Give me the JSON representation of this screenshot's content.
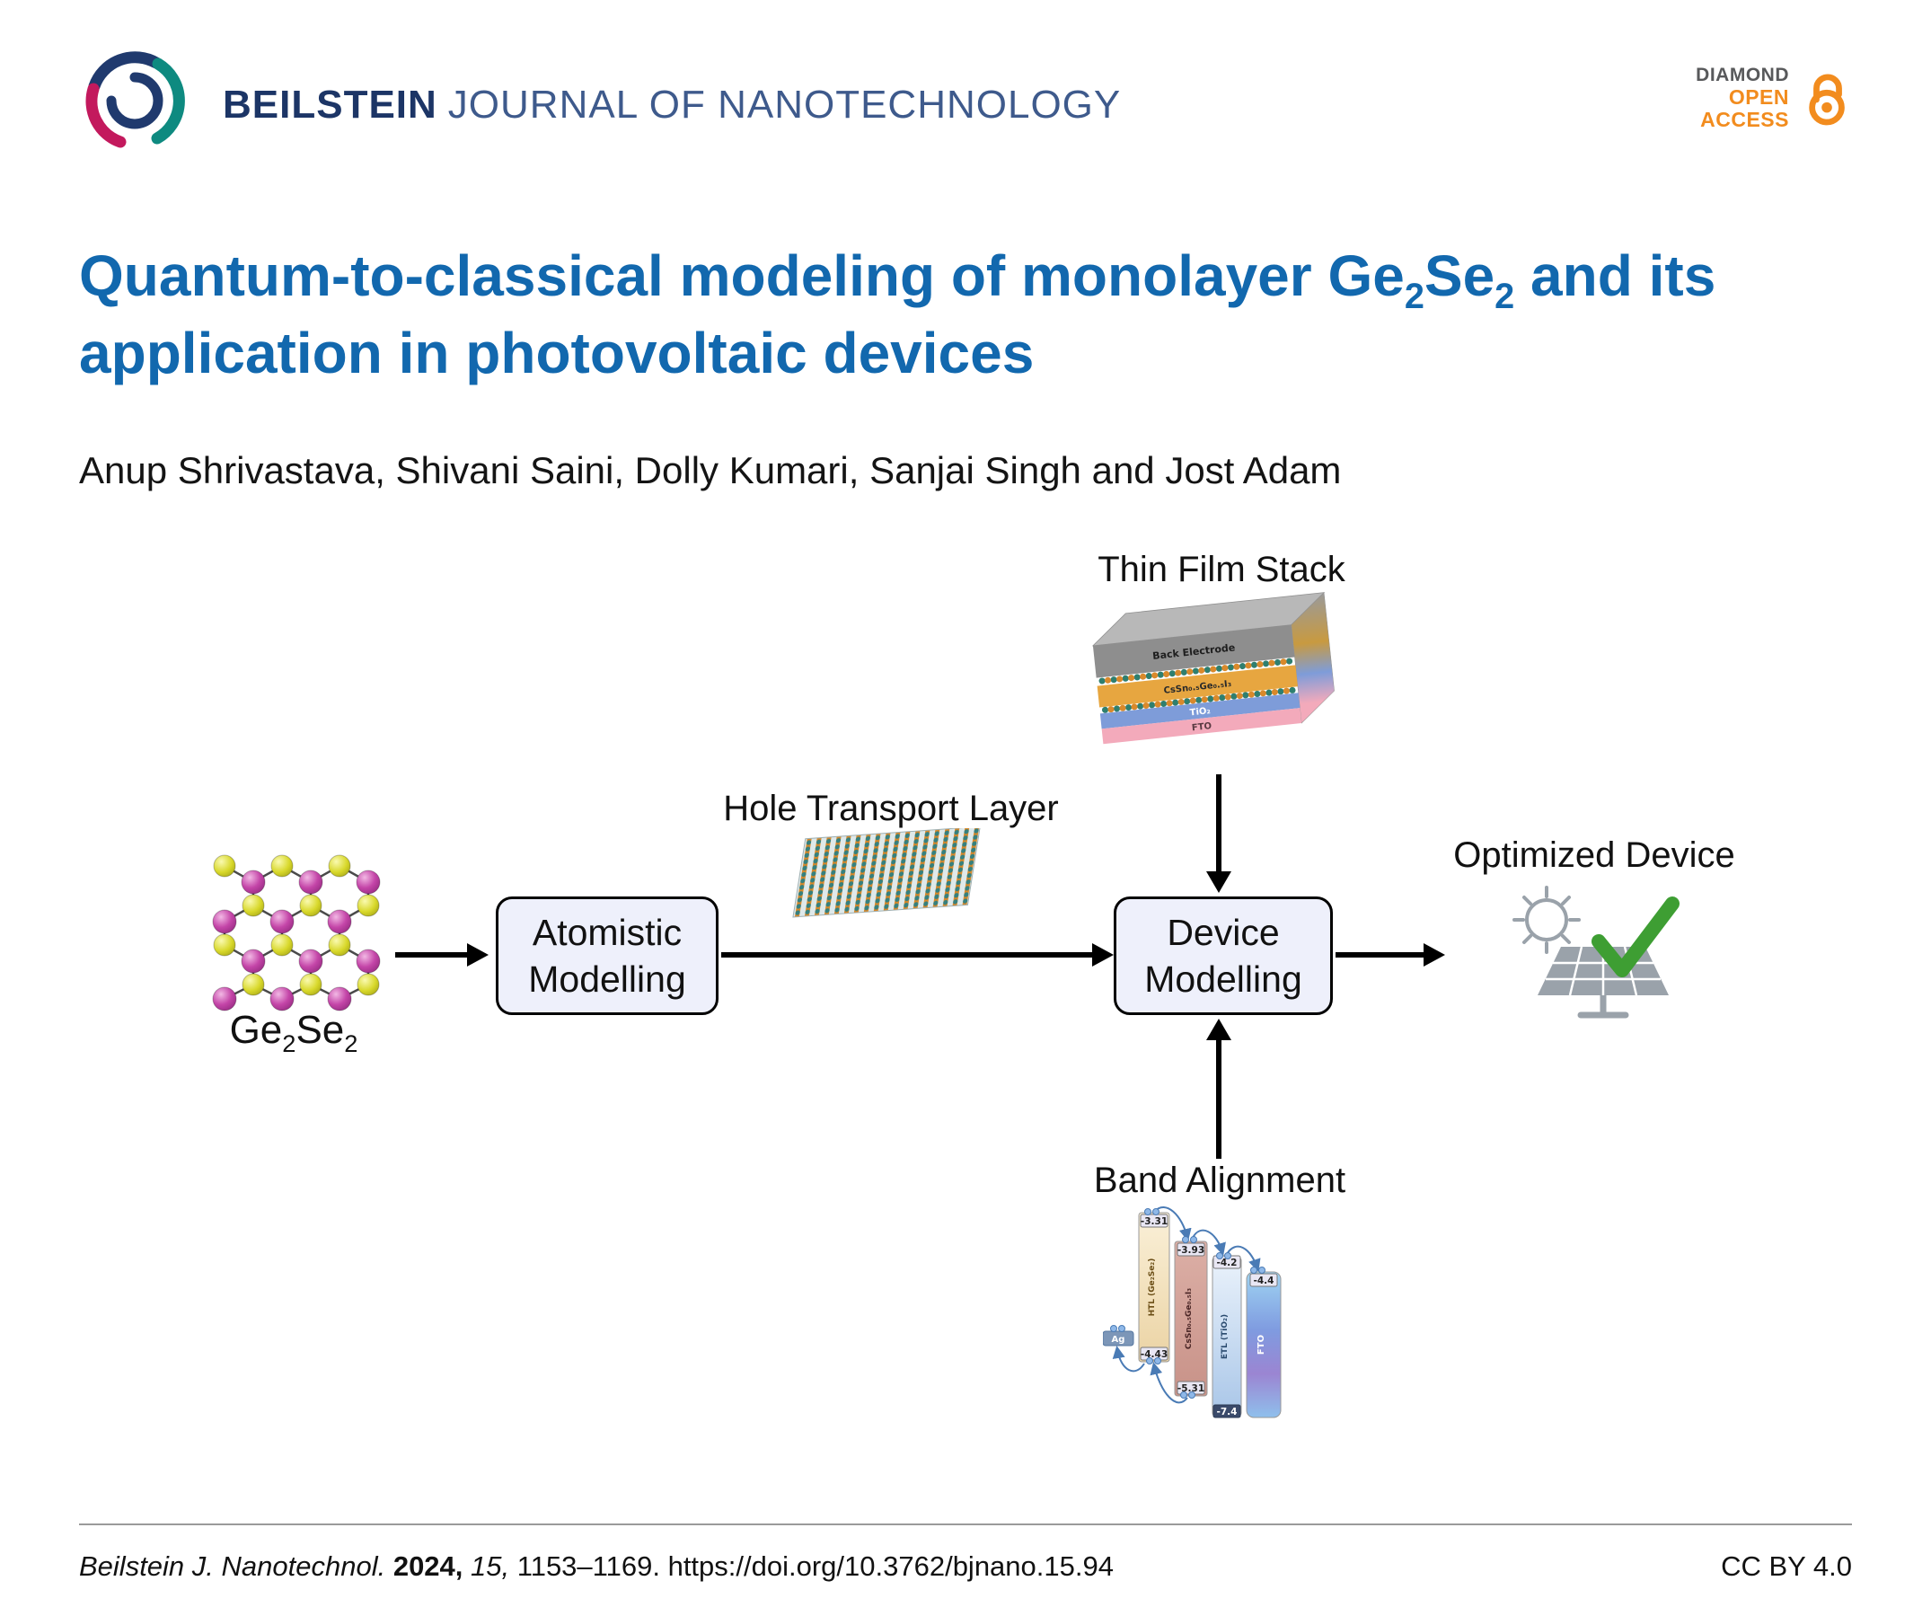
{
  "header": {
    "journal": {
      "bold": "BEILSTEIN",
      "rest": "JOURNAL OF NANOTECHNOLOGY"
    },
    "badge": {
      "diamond": "DIAMOND",
      "open": "OPEN",
      "access": "ACCESS"
    }
  },
  "title": {
    "part1": "Quantum-to-classical modeling of monolayer Ge",
    "sub1": "2",
    "part2": "Se",
    "sub2": "2",
    "part3": " and its application in photovoltaic devices"
  },
  "authors": "Anup Shrivastava, Shivani Saini, Dolly Kumari, Sanjai Singh and Jost Adam",
  "diagram": {
    "thin_film_stack": {
      "title": "Thin Film Stack",
      "layers": {
        "back_electrode": "Back Electrode",
        "absorber": "CsSn₀.₅Ge₀.₅I₃",
        "etl": "TiO₂",
        "fto": "FTO"
      }
    },
    "hole_transport_layer": {
      "title": "Hole Transport Layer"
    },
    "crystal": {
      "p1": "Ge",
      "s1": "2",
      "p2": "Se",
      "s2": "2"
    },
    "atomistic_box": {
      "line1": "Atomistic",
      "line2": "Modelling"
    },
    "device_box": {
      "line1": "Device",
      "line2": "Modelling"
    },
    "optimized_device": {
      "title": "Optimized Device"
    },
    "band_alignment": {
      "title": "Band Alignment",
      "electrode_label": "Ag",
      "bars": [
        {
          "name": "HTL (Ge₂Se₂)",
          "top": "-3.31",
          "bottom": "-4.43"
        },
        {
          "name": "CsSn₀.₅Ge₀.₅I₃",
          "top": "-3.93",
          "bottom": "-5.31"
        },
        {
          "name": "ETL (TiO₂)",
          "top": "-4.2",
          "bottom": "-7.4"
        },
        {
          "name": "FTO",
          "top": "-4.4"
        }
      ]
    }
  },
  "footer": {
    "journal": "Beilstein J. Nanotechnol.",
    "year": "2024,",
    "volume": "15,",
    "pages": "1153–1169.",
    "doi": "https://doi.org/10.3762/bjnano.15.94",
    "license": "CC BY 4.0"
  },
  "colors": {
    "title_blue": "#1268AE",
    "brand_navy": "#203A6E",
    "open_access_orange": "#F28C1E",
    "check_green": "#3E9E33"
  }
}
